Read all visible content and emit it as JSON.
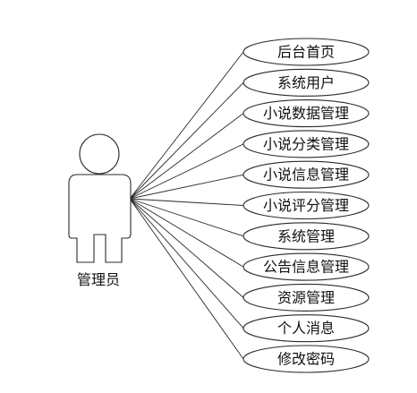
{
  "actor": {
    "label": "管理员"
  },
  "use_cases": [
    {
      "label": "后台首页"
    },
    {
      "label": "系统用户"
    },
    {
      "label": "小说数据管理"
    },
    {
      "label": "小说分类管理"
    },
    {
      "label": "小说信息管理"
    },
    {
      "label": "小说评分管理"
    },
    {
      "label": "系统管理"
    },
    {
      "label": "公告信息管理"
    },
    {
      "label": "资源管理"
    },
    {
      "label": "个人消息"
    },
    {
      "label": "修改密码"
    }
  ],
  "colors": {
    "stroke": "#2b2b2b",
    "text": "#111111",
    "background": "#ffffff"
  }
}
